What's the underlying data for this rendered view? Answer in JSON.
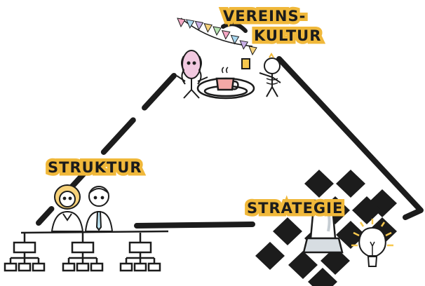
{
  "labels": {
    "vereinskultur_line1": "VEREINS-",
    "vereinskultur_line2": "KULTUR",
    "struktur": "STRUKTUR",
    "strategie": "STRATEGIE"
  },
  "colors": {
    "ink": "#1c1c1c",
    "highlight": "#f0b83a",
    "bunting_flags": [
      "#f4a7c4",
      "#a9d8f0",
      "#c9b0e8",
      "#f7d27a",
      "#b6e3b0",
      "#f4a7c4",
      "#a9d8f0",
      "#c9b0e8",
      "#f7d27a"
    ]
  },
  "icons": {
    "top": [
      "bunting-icon",
      "person-with-curly-hair-icon",
      "coffee-cup-icon",
      "person-with-drink-icon"
    ],
    "left": [
      "person-curly-hair-icon",
      "person-with-tie-icon",
      "org-chart-icon"
    ],
    "right": [
      "chess-rook-icon",
      "checkerboard-icon",
      "light-bulb-icon"
    ]
  }
}
